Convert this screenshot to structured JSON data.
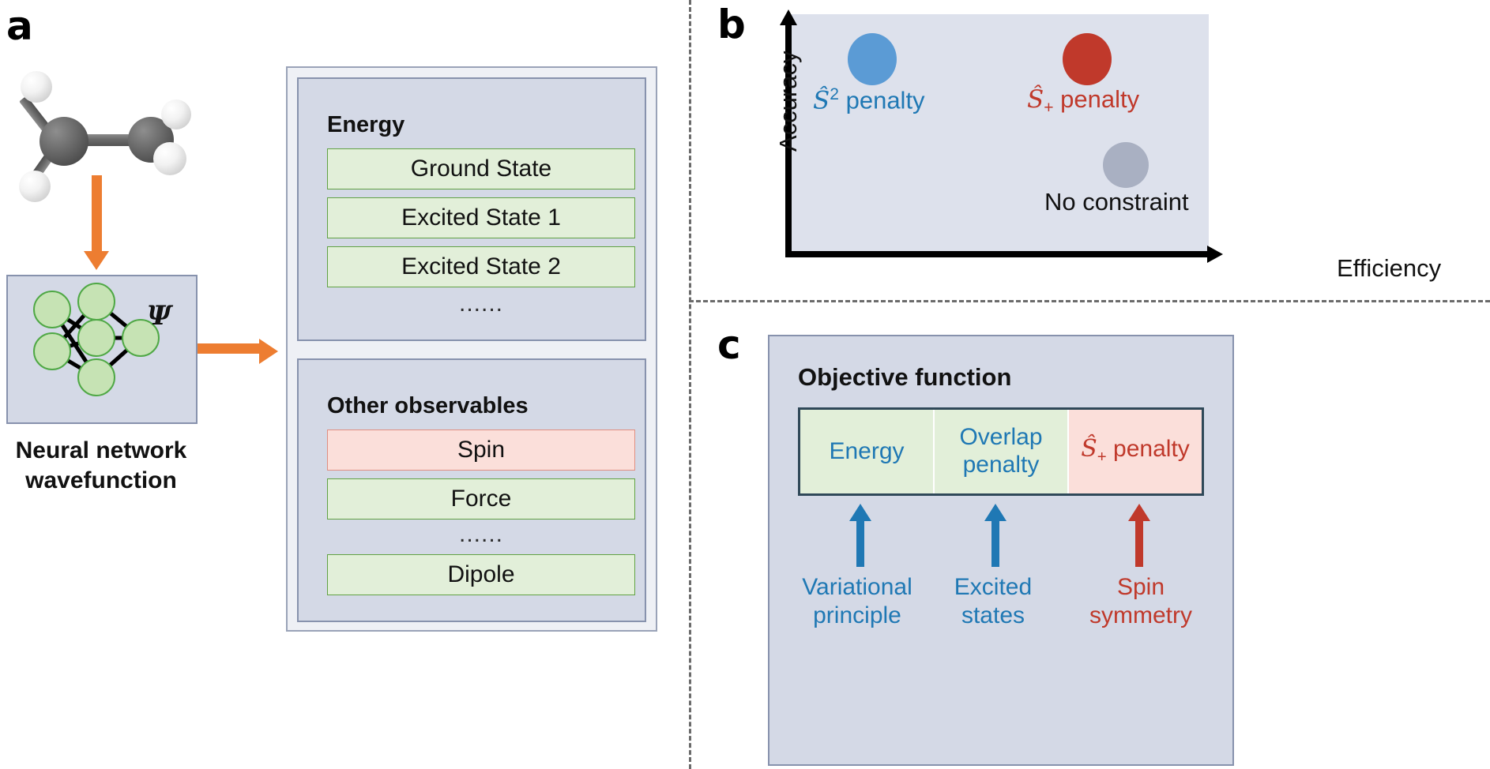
{
  "panels": {
    "a": {
      "letter": "a"
    },
    "b": {
      "letter": "b"
    },
    "c": {
      "letter": "c"
    }
  },
  "panel_a": {
    "molecule": {
      "name": "ethylene-molecule",
      "formula": "C2H4"
    },
    "nn_box": {
      "wavefunction_symbol": "Ψ",
      "caption_line1": "Neural network",
      "caption_line2": "wavefunction"
    },
    "energy_group": {
      "title": "Energy",
      "items": [
        {
          "label": "Ground State",
          "color": "green"
        },
        {
          "label": "Excited State 1",
          "color": "green"
        },
        {
          "label": "Excited State 2",
          "color": "green"
        }
      ],
      "ellipsis": "......"
    },
    "observables_group": {
      "title": "Other observables",
      "items_top": [
        {
          "label": "Spin",
          "color": "pink"
        },
        {
          "label": "Force",
          "color": "green"
        }
      ],
      "ellipsis": "......",
      "items_bottom": [
        {
          "label": "Dipole",
          "color": "green"
        }
      ]
    }
  },
  "panel_b": {
    "chart_data": {
      "type": "scatter",
      "title": "",
      "xlabel": "Efficiency",
      "ylabel": "Accuracy",
      "xlim": [
        0,
        1
      ],
      "ylim": [
        0,
        1
      ],
      "grid": false,
      "legend": "none",
      "points": [
        {
          "label": "S2 penalty",
          "label_html": "Ŝ² penalty",
          "x": 0.22,
          "y": 0.86,
          "color": "#5B9BD5",
          "radius_px": 30
        },
        {
          "label": "S+ penalty",
          "label_html": "Ŝ₊ penalty",
          "x": 0.68,
          "y": 0.86,
          "color": "#C0392B",
          "radius_px": 30
        },
        {
          "label": "No constraint",
          "label_html": "No constraint",
          "x": 0.76,
          "y": 0.48,
          "color": "#A9B0C2",
          "radius_px": 28
        }
      ]
    },
    "plot_bg": "#dde1ec",
    "axis_color": "#000000"
  },
  "panel_c": {
    "title": "Objective function",
    "terms": [
      {
        "label": "Energy",
        "color": "green",
        "text_color": "#1f78b4"
      },
      {
        "label": "Overlap\npenalty",
        "color": "green",
        "text_color": "#1f78b4"
      },
      {
        "label": "S+ penalty",
        "color": "pink",
        "text_color": "#c0392b"
      }
    ],
    "sources": [
      {
        "label": "Variational\nprinciple",
        "arrow_color": "#1f78b4",
        "text_color": "#1f78b4"
      },
      {
        "label": "Excited\nstates",
        "arrow_color": "#1f78b4",
        "text_color": "#1f78b4"
      },
      {
        "label": "Spin\nsymmetry",
        "arrow_color": "#c0392b",
        "text_color": "#c0392b"
      }
    ]
  },
  "colors": {
    "accent_orange": "#ED7D31",
    "panel_bg": "#d4d9e6",
    "chip_green_bg": "#e2efd9",
    "chip_green_border": "#61a243",
    "chip_pink_bg": "#fbdfda",
    "chip_pink_border": "#e08e82",
    "blue": "#1f78b4",
    "red": "#c0392b",
    "gray_dot": "#A9B0C2"
  }
}
